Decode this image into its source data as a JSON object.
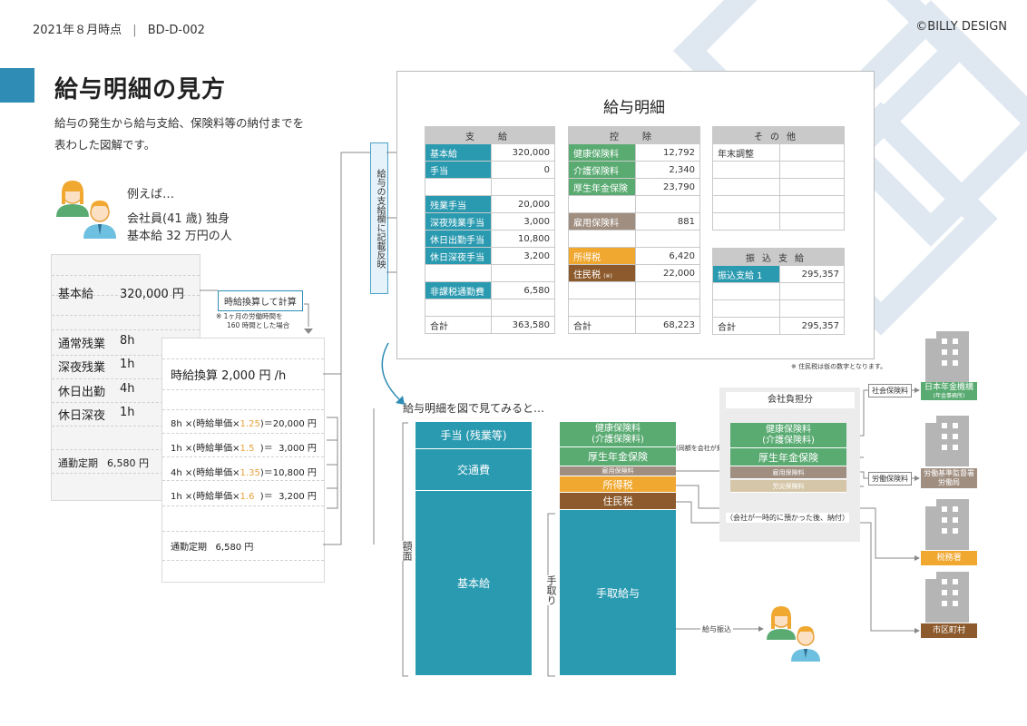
{
  "header": {
    "date": "2021年８月時点",
    "sep": "|",
    "code": "BD-D-002",
    "copyright": "©BILLY DESIGN"
  },
  "title": "給与明細の見方",
  "description_line1": "給与の発生から給与支給、保険料等の納付までを",
  "description_line2": "表わした図解です。",
  "example": {
    "lead": "例えば…",
    "line1": "会社員(41 歳) 独身",
    "line2": "基本給 32 万円の人"
  },
  "sheet1": {
    "basic_label": "基本給",
    "basic_value": "320,000 円",
    "rows": [
      {
        "label": "通常残業",
        "value": "8h"
      },
      {
        "label": "深夜残業",
        "value": "1h"
      },
      {
        "label": "休日出勤",
        "value": "4h"
      },
      {
        "label": "休日深夜",
        "value": "1h"
      }
    ],
    "commute_label": "通勤定期",
    "commute_value": "6,580 円"
  },
  "calc_button": "時給換算して計算",
  "calc_note_line1": "※ 1ヶ月の労働時間を",
  "calc_note_line2": "160 時間とした場合",
  "sheet2": {
    "hourly": "時給換算 2,000 円 /h",
    "calcs": [
      {
        "pre": "8h ×(時給単価×",
        "rate": "1.25",
        "post": ")＝20,000 円"
      },
      {
        "pre": "1h ×(時給単価×",
        "rate": "1.5",
        "post": "  )＝  3,000 円"
      },
      {
        "pre": "4h ×(時給単価×",
        "rate": "1.35",
        "post": ")＝10,800 円"
      },
      {
        "pre": "1h ×(時給単価×",
        "rate": "1.6",
        "post": "  )＝  3,200 円"
      }
    ],
    "commute": "通勤定期   6,580 円"
  },
  "reflect_label": "給与の支給欄に記載反映",
  "payslip": {
    "title": "給与明細",
    "pay": {
      "header": "支　給",
      "rows": [
        [
          "基本給",
          "320,000"
        ],
        [
          "手当",
          "0"
        ],
        [
          "",
          ""
        ],
        [
          "残業手当",
          "20,000"
        ],
        [
          "深夜残業手当",
          "3,000"
        ],
        [
          "休日出勤手当",
          "10,800"
        ],
        [
          "休日深夜手当",
          "3,200"
        ],
        [
          "",
          ""
        ],
        [
          "非課税通勤費",
          "6,580"
        ],
        [
          "",
          ""
        ],
        [
          "合計",
          "363,580"
        ]
      ]
    },
    "deduct": {
      "header": "控　除",
      "rows": [
        [
          "健康保険料",
          "12,792"
        ],
        [
          "介護保険料",
          "2,340"
        ],
        [
          "厚生年金保険",
          "23,790"
        ],
        [
          "",
          ""
        ],
        [
          "雇用保険料",
          "881"
        ],
        [
          "",
          ""
        ],
        [
          "所得税",
          "6,420"
        ],
        [
          "住民税",
          "22,000"
        ],
        [
          "",
          ""
        ],
        [
          "",
          ""
        ],
        [
          "合計",
          "68,223"
        ]
      ],
      "resident_mark": "(※)"
    },
    "other": {
      "header": "その他",
      "rows": [
        [
          "年末調整",
          ""
        ],
        [
          "",
          ""
        ],
        [
          "",
          ""
        ],
        [
          "",
          ""
        ],
        [
          "",
          ""
        ]
      ]
    },
    "transfer": {
      "header": "振込支給",
      "rows": [
        [
          "振込支給 1",
          "295,357"
        ],
        [
          "",
          ""
        ],
        [
          "",
          ""
        ],
        [
          "合計",
          "295,357"
        ]
      ]
    },
    "note": "※ 住民税は仮の数字となります。"
  },
  "diagram": {
    "lead": "給与明細を図で見てみると…",
    "gross_label": "額面",
    "net_label": "手取り",
    "left_bars": [
      "手当 (残業等)",
      "交通費",
      "基本給"
    ],
    "right_bars": {
      "health": "健康保険料",
      "care": "(介護保険料)",
      "pension": "厚生年金保険",
      "employment": "雇用保険料",
      "income_tax": "所得税",
      "resident_tax": "住民税",
      "net": "手取給与"
    },
    "company_title": "会社負担分",
    "company_bars": {
      "health": "健康保険料",
      "care": "(介護保険料)",
      "pension": "厚生年金保険",
      "employment": "雇用保険料",
      "accident": "労災保険料"
    },
    "same_amount_note": "(同額を会社が負担)",
    "temp_note": "（会社が一時的に預かった後、納付）",
    "salary_transfer": "給与振込",
    "social_tag": "社会保険料",
    "labor_tag": "労働保険料",
    "org1": "日本年金機構",
    "org1_sub": "(年金事務所)",
    "org2_line1": "労働基準監督署",
    "org2_line2": "労働局",
    "org3": "税務署",
    "org4": "市区町村"
  },
  "colors": {
    "teal": "#2a9ab0",
    "green": "#5aab72",
    "gray": "#a08e80",
    "orange": "#f0a830",
    "brown": "#8c5a2c",
    "accent": "#2f8db5"
  }
}
